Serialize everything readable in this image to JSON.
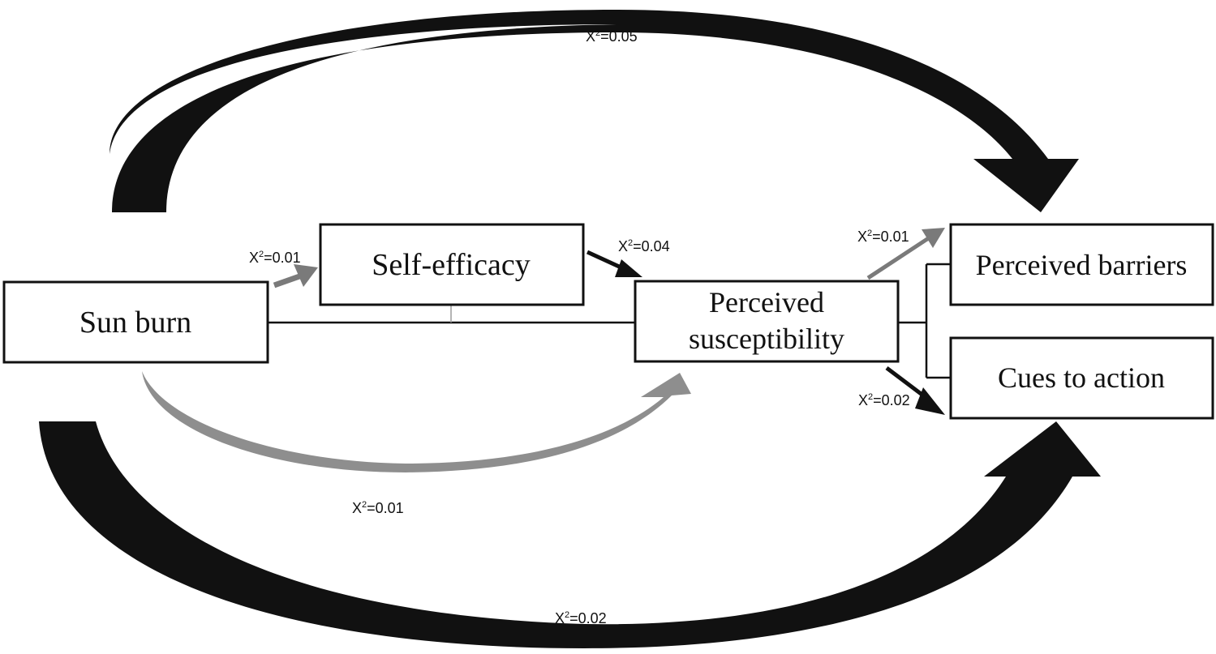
{
  "nodes": {
    "sun_burn": "Sun burn",
    "self_efficacy": "Self-efficacy",
    "perceived_susceptibility_line1": "Perceived",
    "perceived_susceptibility_line2": "susceptibility",
    "perceived_barriers": "Perceived barriers",
    "cues_to_action": "Cues to action"
  },
  "paths": {
    "top_arc": {
      "symbol": "X",
      "sup": "2",
      "value": "=0.05"
    },
    "sunburn_to_selfefficacy": {
      "symbol": "X",
      "sup": "2",
      "value": "=0.01"
    },
    "selfefficacy_to_susceptibility": {
      "symbol": "X",
      "sup": "2",
      "value": "=0.04"
    },
    "susceptibility_to_barriers": {
      "symbol": "X",
      "sup": "2",
      "value": "=0.01"
    },
    "susceptibility_to_cues": {
      "symbol": "X",
      "sup": "2",
      "value": "=0.02"
    },
    "sunburn_to_susceptibility_arc": {
      "symbol": "X",
      "sup": "2",
      "value": "=0.01"
    },
    "bottom_arc": {
      "symbol": "X",
      "sup": "2",
      "value": "=0.02"
    }
  },
  "colors": {
    "black": "#111111",
    "gray_arrow": "#7a7a7a",
    "gray_arc": "#8e8e8e"
  }
}
